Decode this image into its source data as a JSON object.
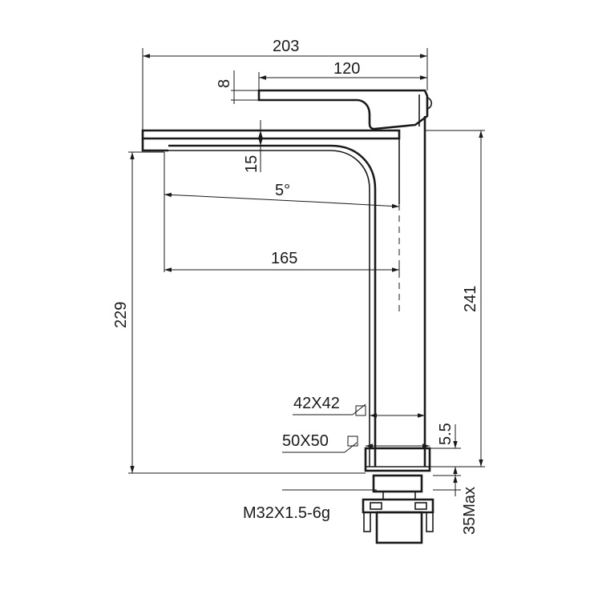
{
  "dimensions": {
    "total_length": "203",
    "handle_length": "120",
    "handle_height": "8",
    "spout_drop": "15",
    "spout_angle": "5°",
    "spout_reach": "165",
    "spout_height": "229",
    "overall_height": "241",
    "body_section": "42X42",
    "base_section": "50X50",
    "base_height": "5.5",
    "thread_spec": "M32X1.5-6g",
    "mounting_depth": "35Max"
  }
}
